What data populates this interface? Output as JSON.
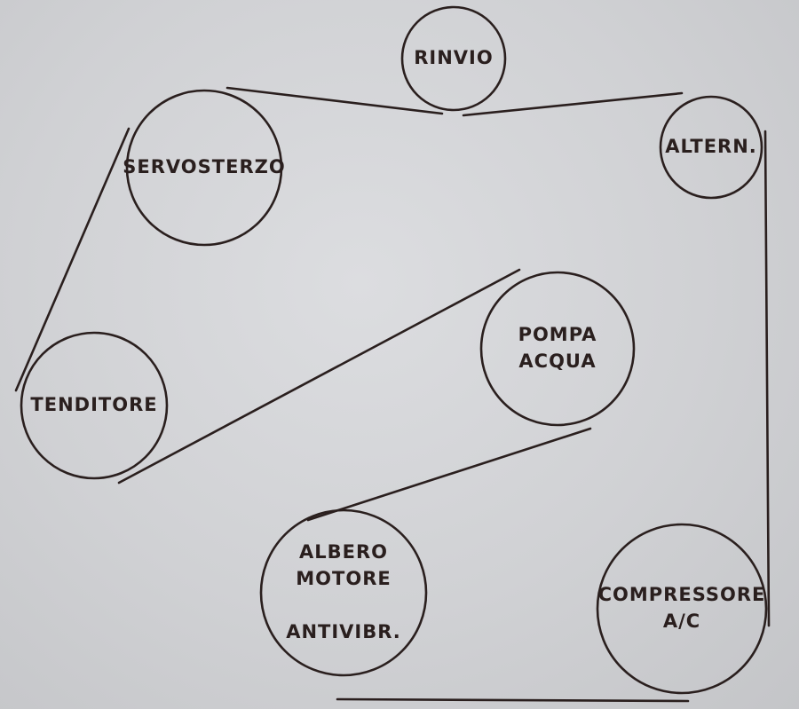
{
  "diagram": {
    "pulleys": [
      {
        "id": "rinvio",
        "lines": [
          "RINVIO"
        ]
      },
      {
        "id": "servosterzo",
        "lines": [
          "SERVOSTERZO"
        ]
      },
      {
        "id": "altern",
        "lines": [
          "ALTERN."
        ]
      },
      {
        "id": "pompa-acqua",
        "lines": [
          "POMPA",
          "ACQUA"
        ]
      },
      {
        "id": "tenditore",
        "lines": [
          "TENDITORE"
        ]
      },
      {
        "id": "albero-motore",
        "lines": [
          "ALBERO",
          "MOTORE",
          "",
          "ANTIVIBR."
        ]
      },
      {
        "id": "compressore",
        "lines": [
          "COMPRESSORE",
          "A/C"
        ]
      }
    ],
    "belt_segments": [
      {
        "from": "rinvio",
        "to": "servosterzo"
      },
      {
        "from": "rinvio",
        "to": "altern"
      },
      {
        "from": "altern",
        "to": "compressore"
      },
      {
        "from": "compressore",
        "to": "albero-motore"
      },
      {
        "from": "albero-motore",
        "to": "pompa-acqua"
      },
      {
        "from": "pompa-acqua",
        "to": "tenditore"
      },
      {
        "from": "tenditore",
        "to": "servosterzo"
      }
    ]
  }
}
